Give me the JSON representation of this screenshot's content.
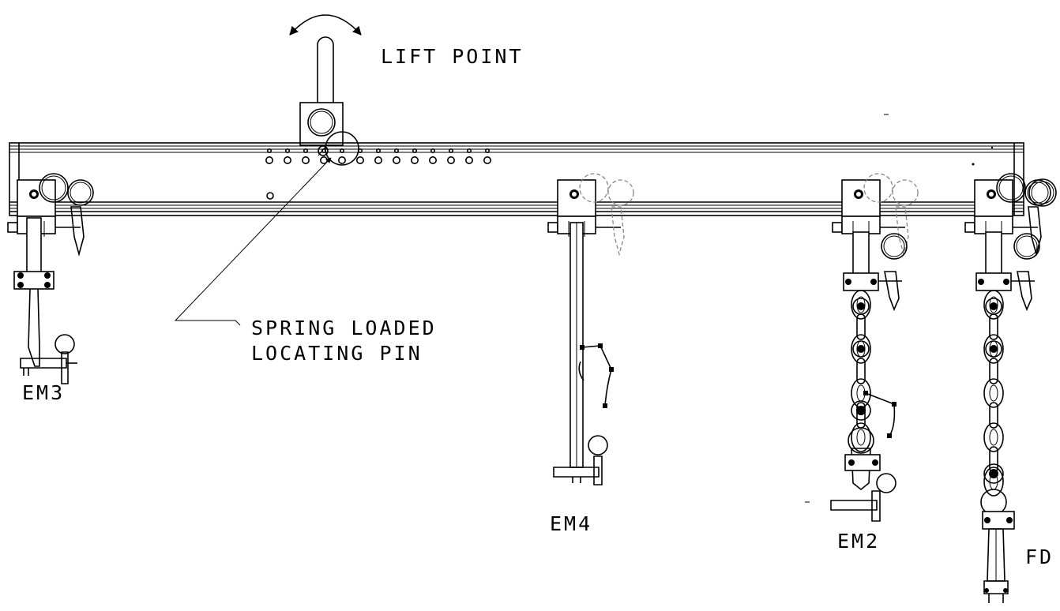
{
  "labels": {
    "lift_point": "LIFT POINT",
    "spring_line1": "SPRING LOADED",
    "spring_line2": "LOCATING PIN",
    "em3": "EM3",
    "em4": "EM4",
    "em2": "EM2",
    "fd": "FD"
  }
}
